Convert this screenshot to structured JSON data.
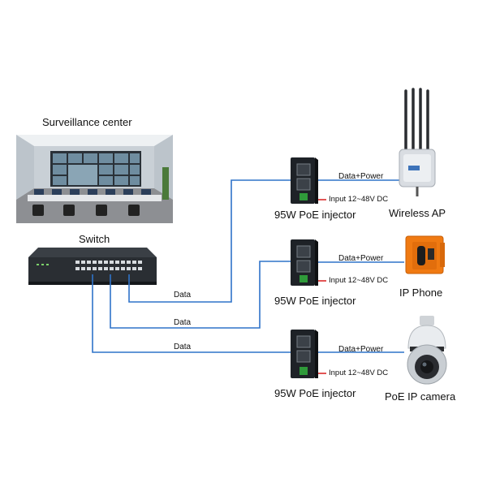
{
  "labels": {
    "surveillance_center": "Surveillance center",
    "switch": "Switch",
    "wireless_ap": "Wireless AP",
    "ip_phone": "IP Phone",
    "poe_ip_camera": "PoE IP camera"
  },
  "injectors": [
    {
      "label": "95W PoE injector",
      "input": "Input 12~48V DC",
      "output": "Data+Power",
      "link": "Data"
    },
    {
      "label": "95W PoE injector",
      "input": "Input 12~48V DC",
      "output": "Data+Power",
      "link": "Data"
    },
    {
      "label": "95W PoE injector",
      "input": "Input 12~48V DC",
      "output": "Data+Power",
      "link": "Data"
    }
  ],
  "colors": {
    "link_line": "#2f73c9",
    "arrow_red": "#d91c1c",
    "injector_body": "#1e2227",
    "ip_phone_orange": "#f07a12",
    "ap_body": "#d9dde2"
  },
  "icons": [
    "surveillance-room-image",
    "switch-device",
    "poe-injector-device",
    "wireless-ap-device",
    "ip-phone-device",
    "ptz-camera-device"
  ]
}
